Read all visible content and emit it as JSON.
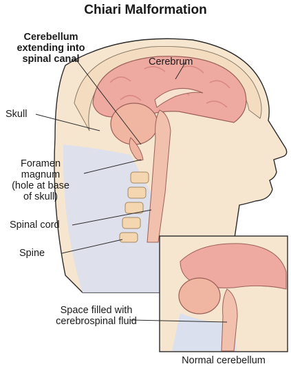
{
  "title": "Chiari Malformation",
  "labels": {
    "cerebellum_l1": "Cerebellum",
    "cerebellum_l2": "extending into",
    "cerebellum_l3": "spinal canal",
    "cerebrum": "Cerebrum",
    "skull": "Skull",
    "foramen_l1": "Foramen",
    "foramen_l2": "magnum",
    "foramen_l3": "(hole at base",
    "foramen_l4": "of skull)",
    "spinal_cord": "Spinal cord",
    "spine": "Spine",
    "space_l1": "Space filled with",
    "space_l2": "cerebrospinal fluid"
  },
  "inset_caption": "Normal cerebellum",
  "colors": {
    "skin": "#f6e6cf",
    "skull_bone": "#f3dcc0",
    "brain": "#eeaaa1",
    "brain_fold": "#d98982",
    "cerebellum": "#f1b6a2",
    "vertebra": "#f4d6b0",
    "csf_space": "#dbe0ee",
    "outline": "#2a2a2a"
  }
}
